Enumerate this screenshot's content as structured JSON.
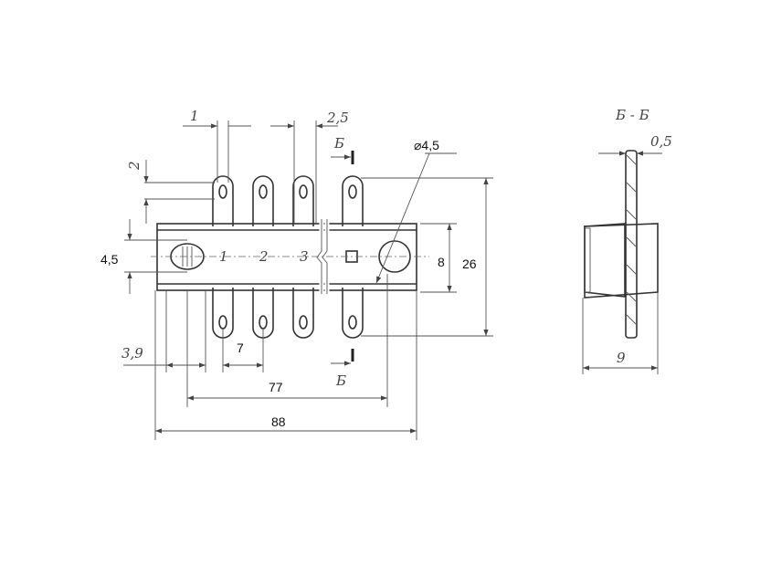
{
  "drawing": {
    "pin_numbers": [
      "1",
      "2",
      "3"
    ],
    "section_mark": "Б",
    "section_title": "Б - Б",
    "dimensions": {
      "pin_width": "1",
      "pin_spacing_top": "2,5",
      "pin_hole_offset": "2",
      "hole_diameter": "⌀4,5",
      "hole_height": "4,5",
      "body_height": "8",
      "overall_height": "26",
      "pin_pitch": "7",
      "edge_offset": "3,9",
      "hole_spacing": "77",
      "overall_length": "88",
      "thickness": "0,5",
      "section_width": "9"
    }
  }
}
